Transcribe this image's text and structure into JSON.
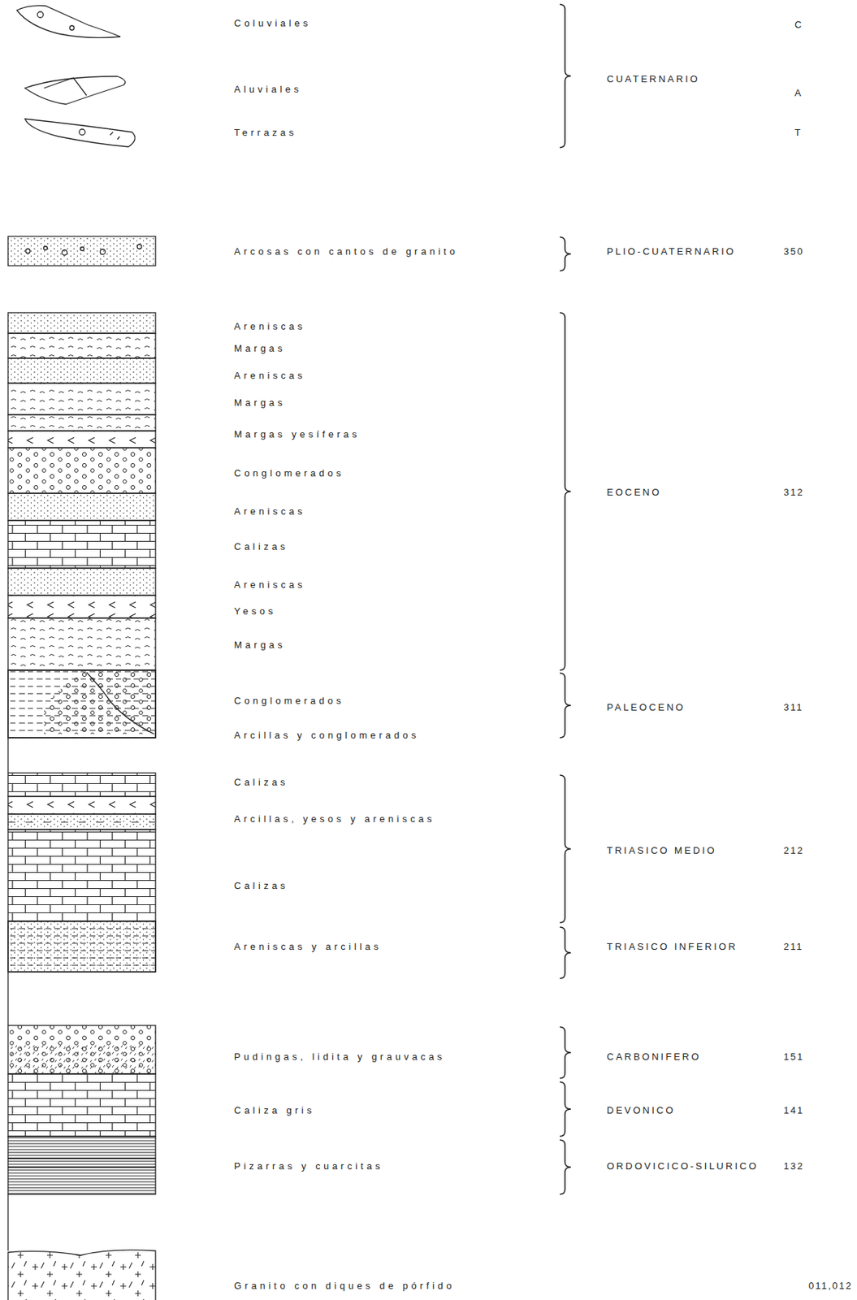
{
  "diagram": {
    "labels": [
      "Coluviales",
      "Aluviales",
      "Terrazas",
      "CUATERNARIO",
      "C",
      "A",
      "T",
      "Arcosas con cantos de granito",
      "PLIO-CUATERNARIO",
      "350",
      "Areniscas",
      "Margas",
      "Areniscas",
      "Margas",
      "Margas yesíferas",
      "Conglomerados",
      "Areniscas",
      "Calizas",
      "Areniscas",
      "Yesos",
      "Margas",
      "EOCENO",
      "312",
      "Conglomerados",
      "Arcillas y conglomerados",
      "PALEOCENO",
      "311",
      "Calizas",
      "Arcillas, yesos y areniscas",
      "Calizas",
      "TRIASICO MEDIO",
      "212",
      "Areniscas y arcillas",
      "TRIASICO INFERIOR",
      "211",
      "Pudingas, lidita y grauvacas",
      "CARBONIFERO",
      "151",
      "Caliza gris",
      "DEVONICO",
      "141",
      "Pizarras y cuarcitas",
      "ORDOVICICO-SILURICO",
      "132",
      "Granito con diques de pórfido",
      "011,012"
    ]
  }
}
